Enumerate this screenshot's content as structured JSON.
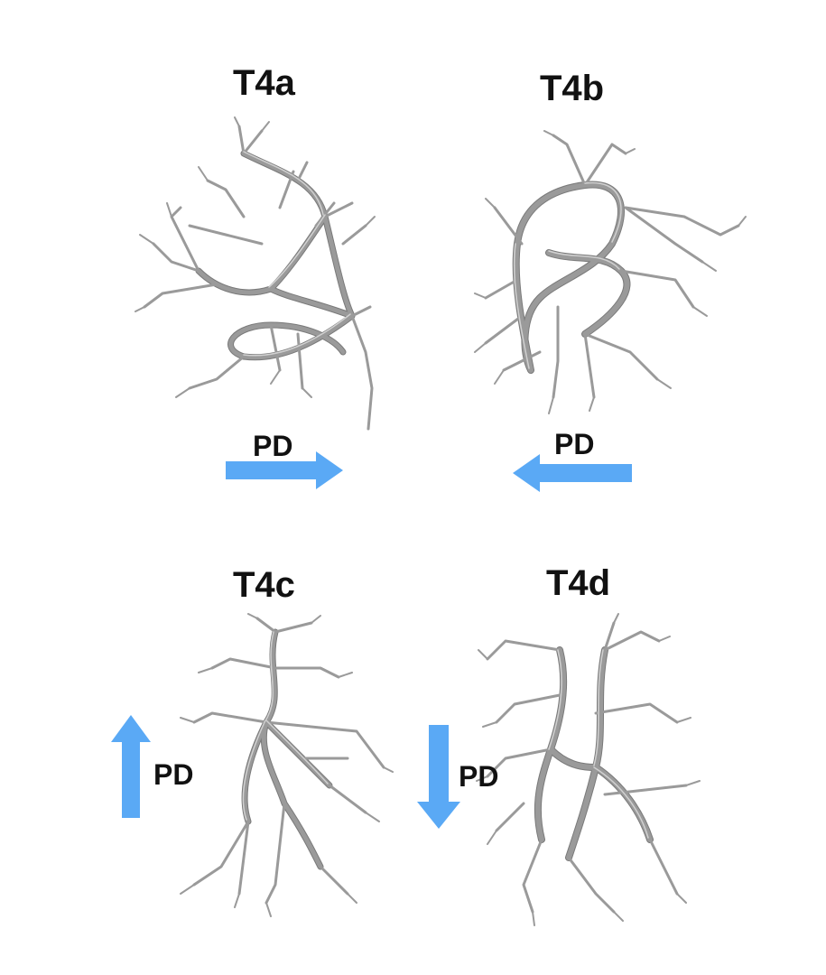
{
  "panels": [
    {
      "id": "t4a",
      "title": "T4a",
      "direction_label": "PD",
      "arrow_direction": "right"
    },
    {
      "id": "t4b",
      "title": "T4b",
      "direction_label": "PD",
      "arrow_direction": "left"
    },
    {
      "id": "t4c",
      "title": "T4c",
      "direction_label": "PD",
      "arrow_direction": "up"
    },
    {
      "id": "t4d",
      "title": "T4d",
      "direction_label": "PD",
      "arrow_direction": "down"
    }
  ],
  "colors": {
    "arrow": "#5aa9f5",
    "neuron": "#8c8c8c",
    "neuron_highlight": "#c9c9c9"
  }
}
